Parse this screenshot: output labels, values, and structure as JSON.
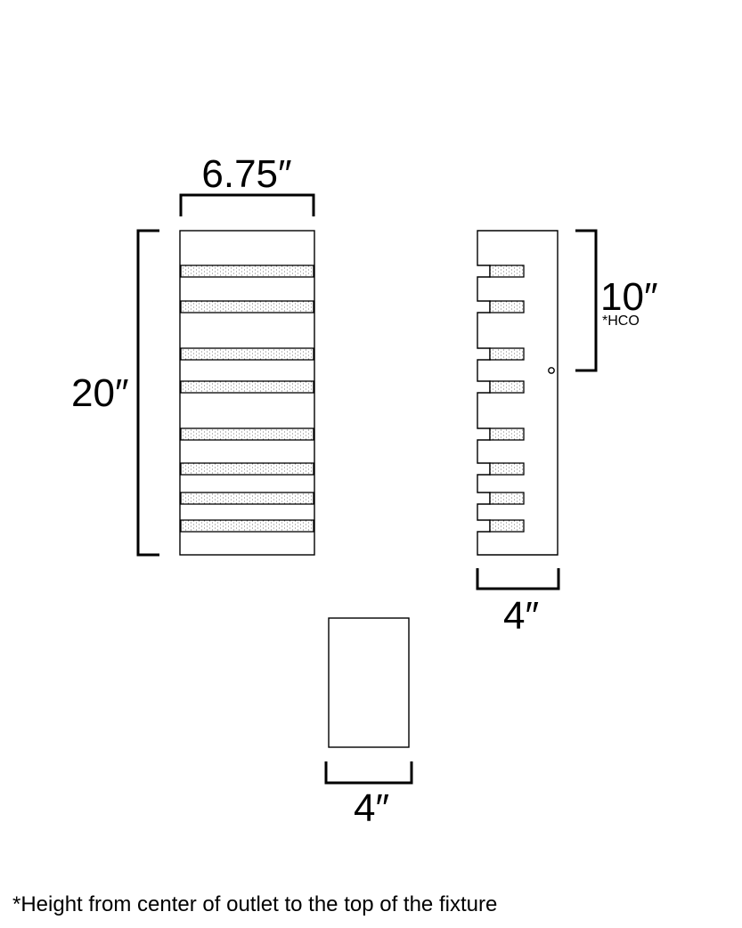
{
  "dimensions": {
    "front_width": "6.75″",
    "front_height": "20″",
    "side_hco": "10″",
    "side_hco_note": "*HCO",
    "side_depth": "4″",
    "top_depth": "4″"
  },
  "footnote": "*Height from center of outlet to the top of the fixture",
  "colors": {
    "line": "#000000",
    "background": "#ffffff"
  }
}
